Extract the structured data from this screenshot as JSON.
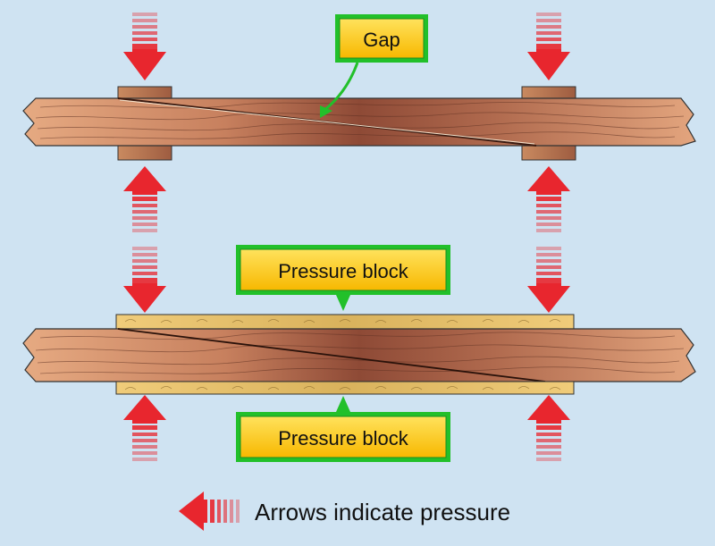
{
  "labels": {
    "gap": "Gap",
    "pressure_block_top": "Pressure block",
    "pressure_block_bottom": "Pressure block"
  },
  "legend": {
    "text": "Arrows indicate pressure"
  },
  "colors": {
    "background": "#cfe3f2",
    "arrow": "#e8262e",
    "label_fill": "#ffd21a",
    "label_border": "#22c02a",
    "wood_light": "#e2a47c",
    "wood_dark": "#8a4530",
    "pressure_block": "#e6c06a"
  }
}
